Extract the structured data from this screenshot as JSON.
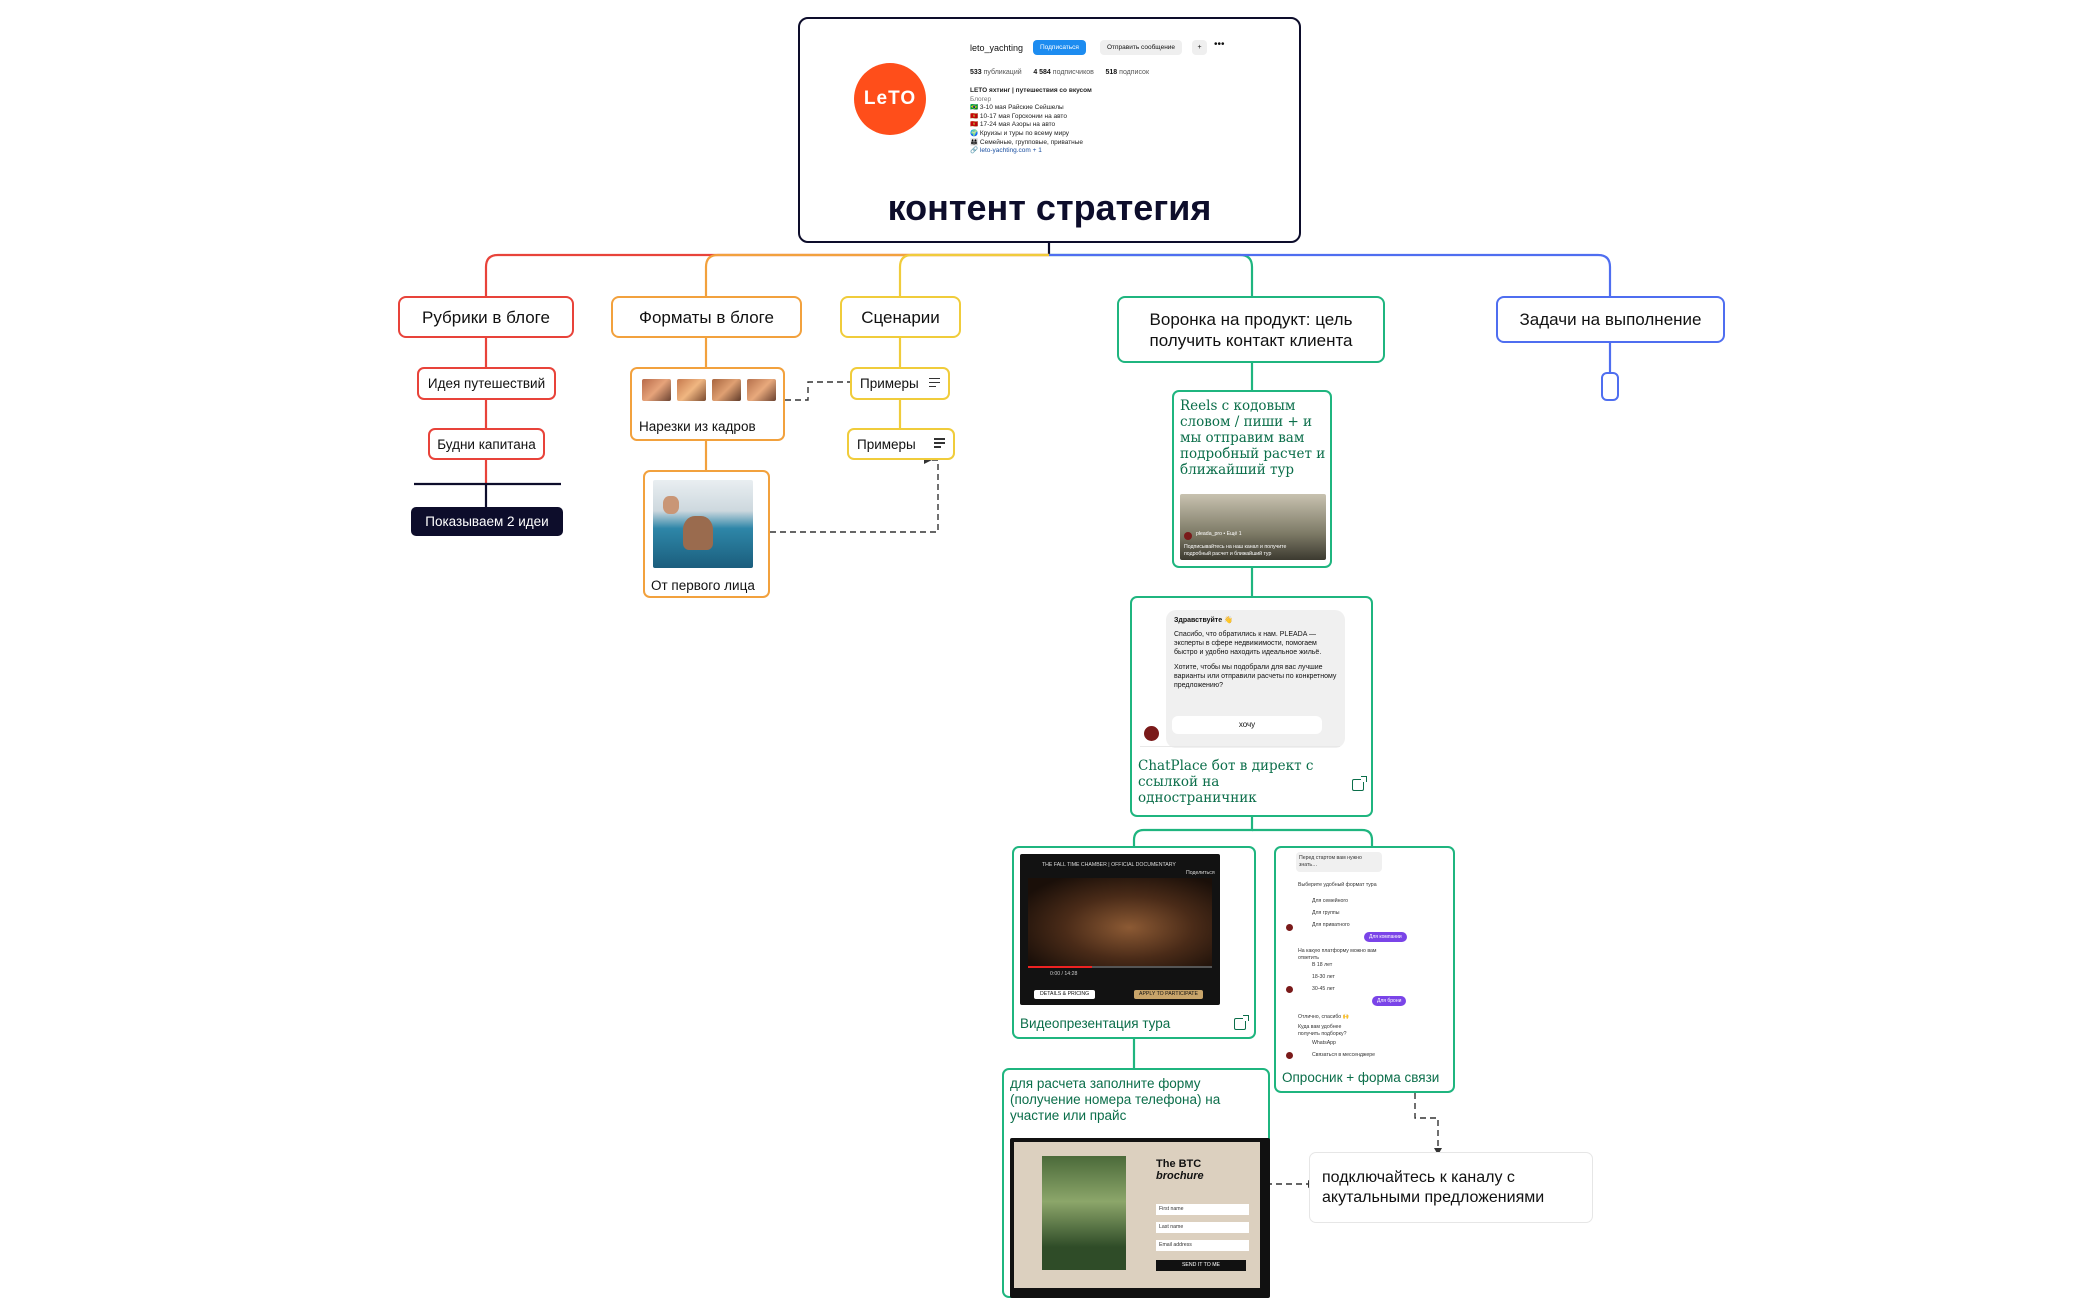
{
  "root": {
    "title": "контент стратегия",
    "profile": {
      "logo_text": "LeTO",
      "username": "leto_yachting",
      "follow_button": "Подписаться",
      "message_button": "Отправить сообщение",
      "add_icon": "add-user-icon",
      "more_icon": "more-icon",
      "stats": {
        "posts_count": "533",
        "posts_label": "публикаций",
        "followers_count": "4 584",
        "followers_label": "подписчиков",
        "following_count": "518",
        "following_label": "подписок"
      },
      "bio": [
        "LETO яхтинг | путешествия со вкусом",
        "Блогер",
        "🇧🇷 3-10 мая Райские Сейшелы",
        "🇲🇪 10-17 мая Горсконии на авто",
        "🇲🇪 17-24 мая Азоры на авто",
        "🌍 Круизы и туры по всему миру",
        "👨‍👩‍👧 Семейные, групповые, приватные",
        "🔗 leto-yachting.com + 1"
      ]
    }
  },
  "categories": {
    "rubrics": "Рубрики в блоге",
    "formats": "Форматы в блоге",
    "scenarios": "Сценарии",
    "funnel": "Воронка на продукт: цель получить контакт клиента",
    "tasks": "Задачи на выполнение"
  },
  "rubrics": {
    "items": [
      "Идея путешествий",
      "Будни капитана"
    ],
    "showing": "Показываем 2 идеи"
  },
  "formats": {
    "clips": "Нарезки из кадров",
    "first_person": "От первого лица"
  },
  "scenarios": {
    "example_1": "Примеры",
    "example_2": "Примеры"
  },
  "funnel": {
    "reels": {
      "text": "Reels с кодовым словом / пиши + и мы отправим вам подробный расчет и ближайший тур",
      "preview_user": "pleada_pro • Ещё 1",
      "preview_caption": "Подписывайтесь на наш канал и получите подробный расчет и ближайший тур"
    },
    "chatbot": {
      "text": "ChatPlace бот в директ с ссылкой на одностраничник",
      "greeting": "Здравствуйте 👋",
      "message_1": "Спасибо, что обратились к нам. PLEADA — эксперты в сфере недвижимости, помогаем быстро и удобно находить идеальное жильё.",
      "message_2": "Хотите, чтобы мы подобрали для вас лучшие варианты или отправили расчеты по конкретному предложению?",
      "button": "хочу"
    },
    "video": {
      "text": "Видеопрезентация тура",
      "video_title": "THE FALL TIME CHAMBER | OFFICIAL DOCUMENTARY",
      "details_button": "DETAILS & PRICING",
      "apply_button": "APPLY TO PARTICIPATE",
      "time": "0:00 / 14:28",
      "share_label": "Поделиться"
    },
    "survey": {
      "text": "Опросник + форма связи",
      "chat_lines": [
        "Перед стартом вам нужно знать…",
        "Выберите удобный формат тура",
        "Для семейного",
        "Для группы",
        "Для приватного",
        "Для компании",
        "На какую платформу можно вам ответить",
        "В 18 лет",
        "18-30 лет",
        "30-45 лет",
        "Для брони",
        "Отлично, спасибо 🙌",
        "Куда вам удобнее получить подборку?",
        "WhatsApp",
        "Связаться в мессенджере"
      ]
    },
    "form": {
      "text": "для расчета заполните форму (получение номера телефона) на участие или прайс",
      "brochure_title_1": "The BTC",
      "brochure_title_2": "brochure",
      "field_1": "First name",
      "field_2": "Last name",
      "field_3": "Email address",
      "send_button": "SEND IT TO ME"
    },
    "channel": "подключайтесь к каналу с акутальными предложениями"
  },
  "colors": {
    "dark": "#0d0d2b",
    "red": "#e8433a",
    "orange": "#f2a13d",
    "yellow": "#f0cc3b",
    "green": "#1fb57f",
    "blue": "#4f6ef0",
    "logo_orange": "#ff4e1a"
  }
}
